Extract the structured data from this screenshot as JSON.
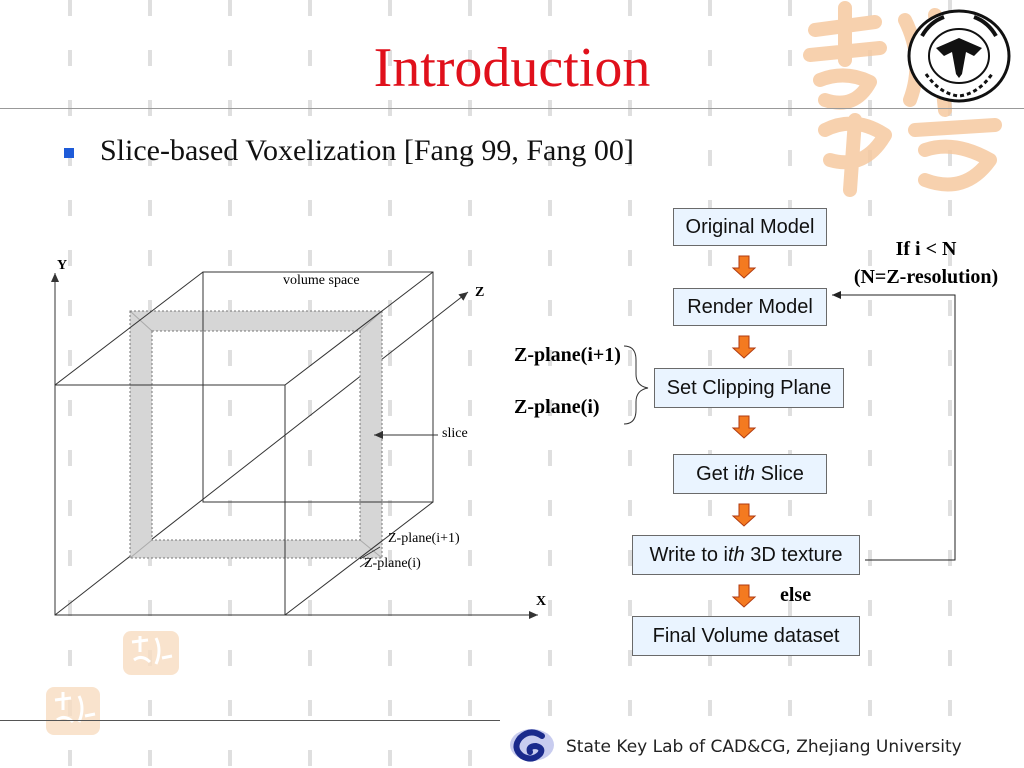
{
  "slide": {
    "title": "Introduction",
    "bullet": "Slice-based Voxelization [Fang 99, Fang 00]"
  },
  "figure": {
    "axis_y": "Y",
    "axis_z": "Z",
    "axis_x": "X",
    "volume_space": "volume space",
    "slice": "slice",
    "zplane_i1": "Z-plane(i+1)",
    "zplane_i": "Z-plane(i)"
  },
  "flowchart": {
    "original_model": "Original Model",
    "render_model": "Render Model",
    "set_clipping_plane": "Set Clipping Plane",
    "get_slice_pre": "Get i",
    "get_slice_em": "th",
    "get_slice_post": " Slice",
    "write_pre": "Write to i",
    "write_em": "th",
    "write_post": " 3D texture",
    "final_volume": "Final Volume dataset",
    "cond_line1": "If i < N",
    "cond_line2": "(N=Z-resolution)",
    "zplane_i1": "Z-plane(i+1)",
    "zplane_i": "Z-plane(i)",
    "else_label": "else"
  },
  "footer": {
    "lab_name": "State Key Lab of CAD&CG, Zhejiang University"
  },
  "colors": {
    "title": "#e0101b",
    "bullet": "#1e5bd8",
    "box_fill": "#eaf4ff",
    "arrow_fill": "#f47a20",
    "arrow_stroke": "#b03a10",
    "watermark": "#f6c9a0"
  },
  "icons": {
    "university_logo": "seal-emblem",
    "lab_logo": "swirl-logo"
  }
}
